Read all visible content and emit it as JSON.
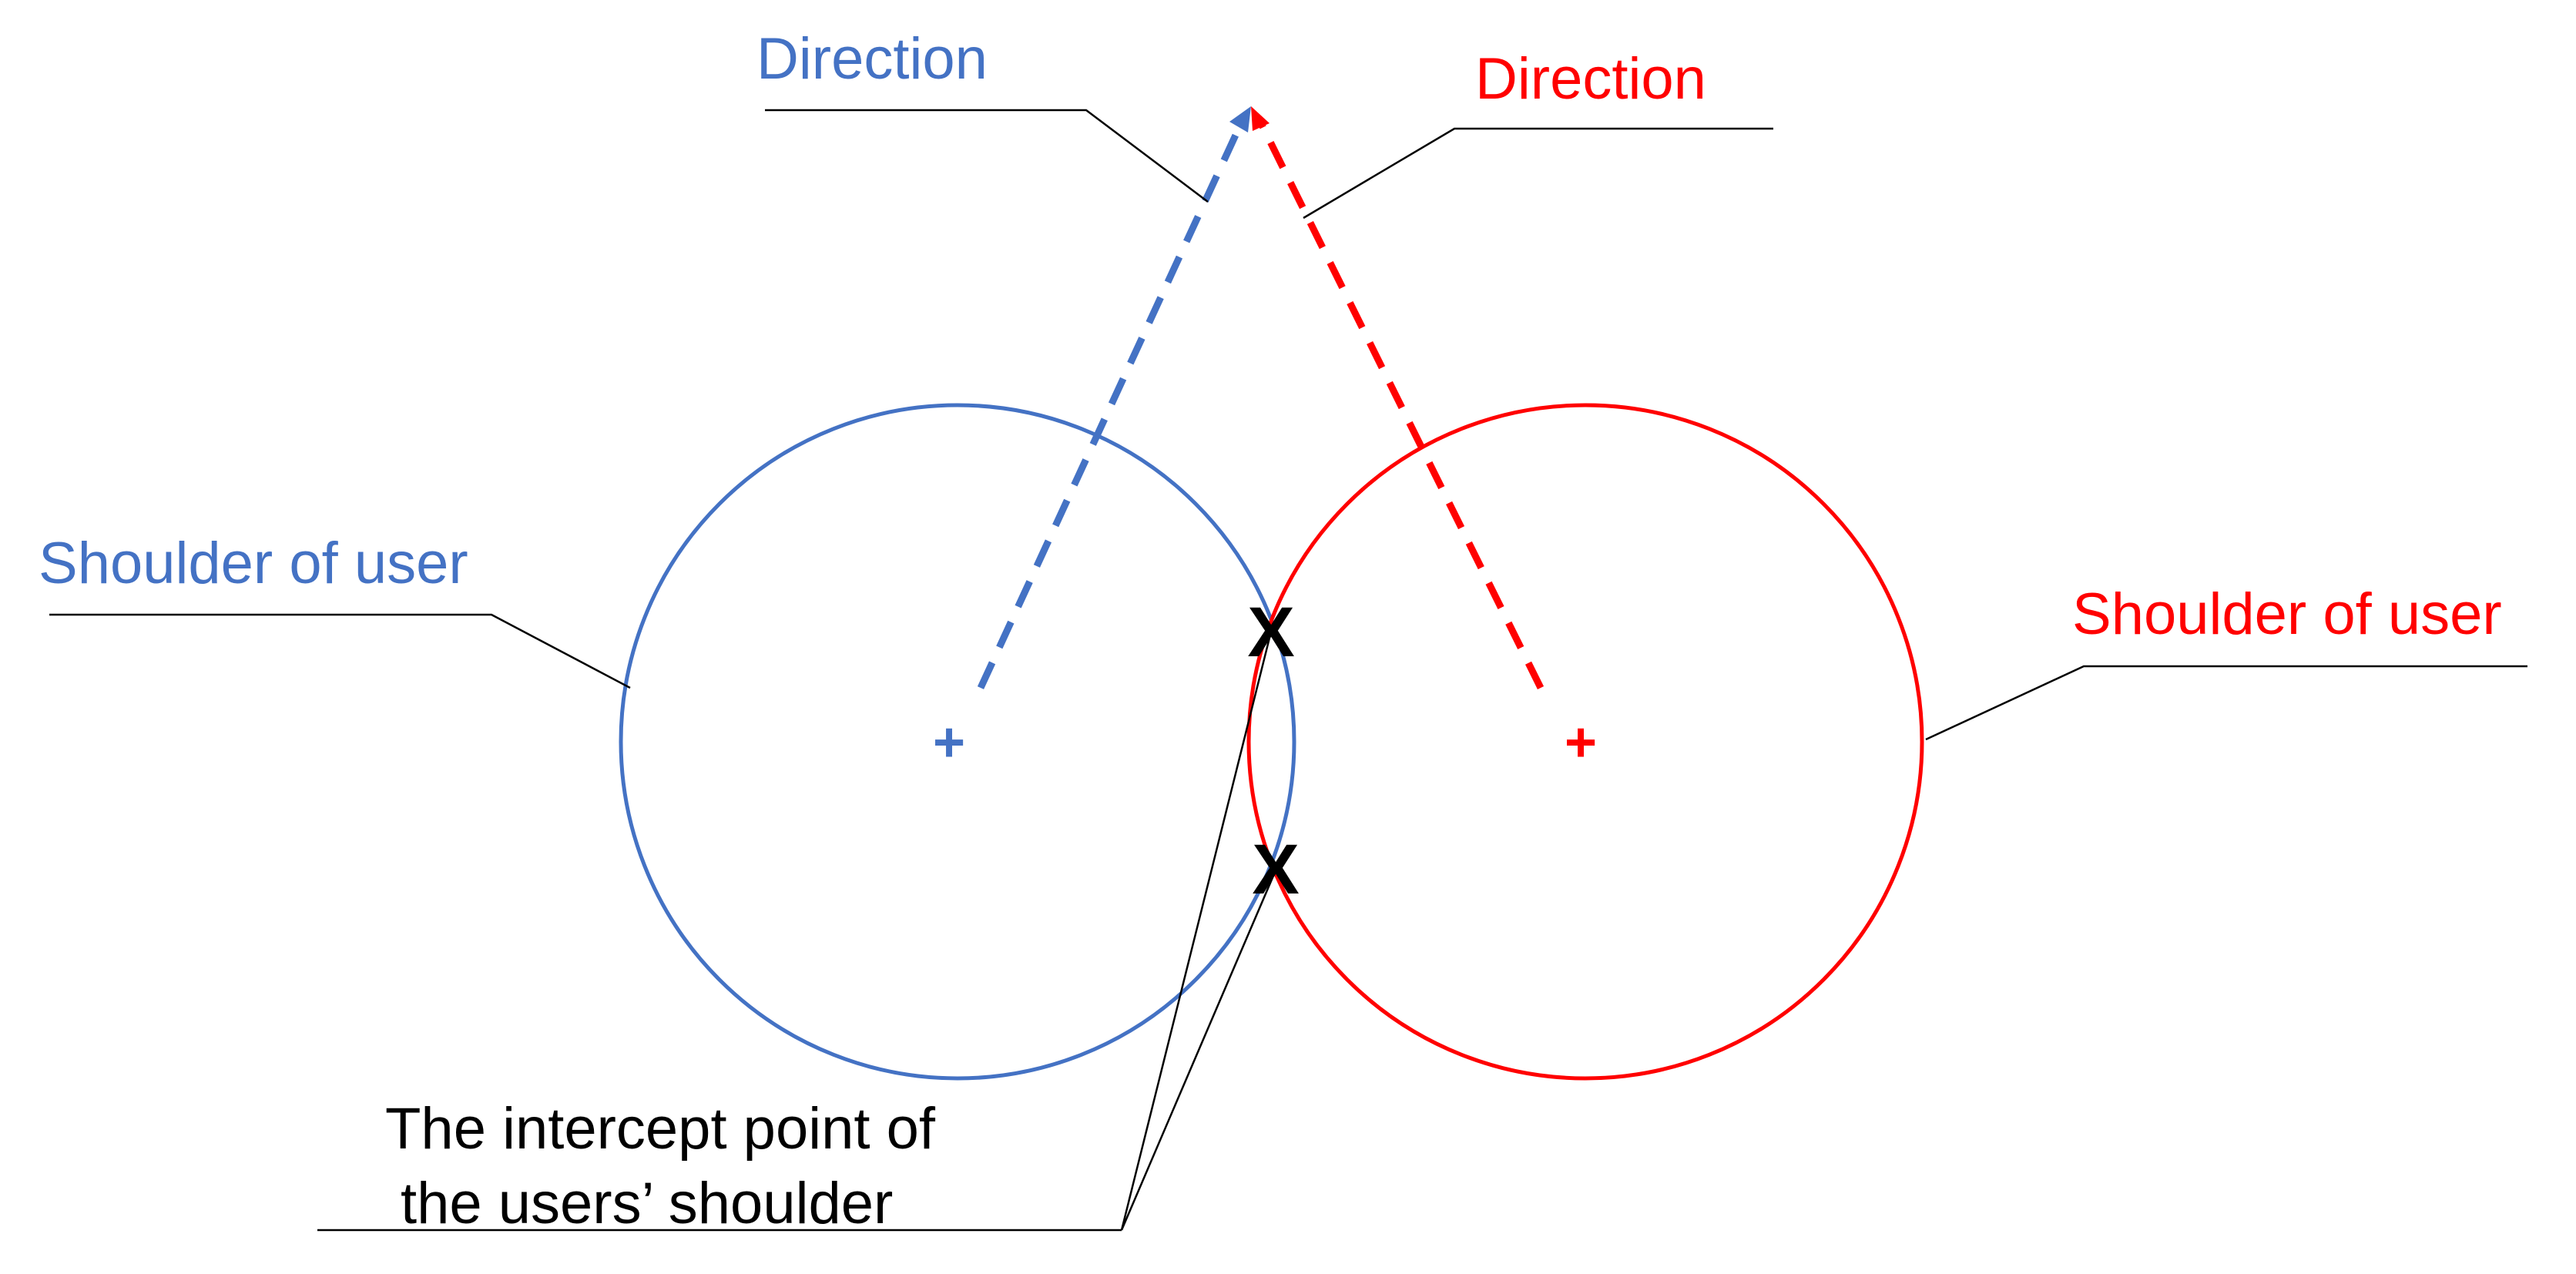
{
  "colors": {
    "left": "#4472C4",
    "right": "#FF0000",
    "annotation": "#000000",
    "background": "#FFFFFF"
  },
  "left": {
    "direction_label": "Direction",
    "shoulder_label": "Shoulder of user",
    "center_mark": "+"
  },
  "right": {
    "direction_label": "Direction",
    "shoulder_label": "Shoulder of user",
    "center_mark": "+"
  },
  "intercept": {
    "marker": "X",
    "label_line1": "The intercept point of",
    "label_line2": "the users’ shoulder"
  }
}
